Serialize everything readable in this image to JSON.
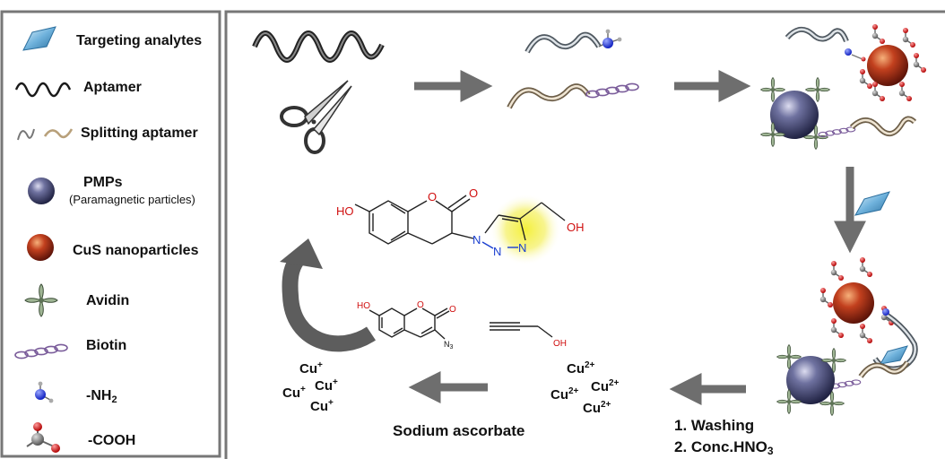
{
  "legend": {
    "items": [
      {
        "key": "analyte",
        "label": "Targeting analytes"
      },
      {
        "key": "aptamer",
        "label": "Aptamer"
      },
      {
        "key": "split",
        "label": "Splitting aptamer"
      },
      {
        "key": "pmp",
        "label": "PMPs",
        "sublabel": "(Paramagnetic particles)"
      },
      {
        "key": "cus",
        "label": "CuS nanoparticles"
      },
      {
        "key": "avidin",
        "label": "Avidin"
      },
      {
        "key": "biotin",
        "label": "Biotin"
      },
      {
        "key": "nh2",
        "label": "-NH",
        "sub": "2"
      },
      {
        "key": "cooh",
        "label": "-COOH"
      }
    ]
  },
  "chem": {
    "product": {
      "O1": "O",
      "O2": "O",
      "HO": "HO",
      "N1": "N",
      "N2": "N",
      "N3": "N",
      "OH": "OH"
    },
    "reactant": {
      "HO": "HO",
      "O1": "O",
      "O2": "O",
      "N3": "N",
      "N3sub": "3",
      "OH": "OH"
    }
  },
  "ions": {
    "cu2": {
      "sym": "Cu",
      "charge": "2+"
    },
    "cu1": {
      "sym": "Cu",
      "charge": "+"
    }
  },
  "steps": {
    "reductant": "Sodium ascorbate",
    "wash": "1. Washing",
    "acid_prefix": "2. Conc.HNO",
    "acid_sub": "3"
  },
  "colors": {
    "arrow": "#6e6e6e",
    "pmp": "#3c3f66",
    "cus": "#a8311c",
    "analyte": "#7fb6d8",
    "biotin": "#8a6aa8",
    "glow": "#f2ee3a",
    "panel_border": "#777777"
  }
}
